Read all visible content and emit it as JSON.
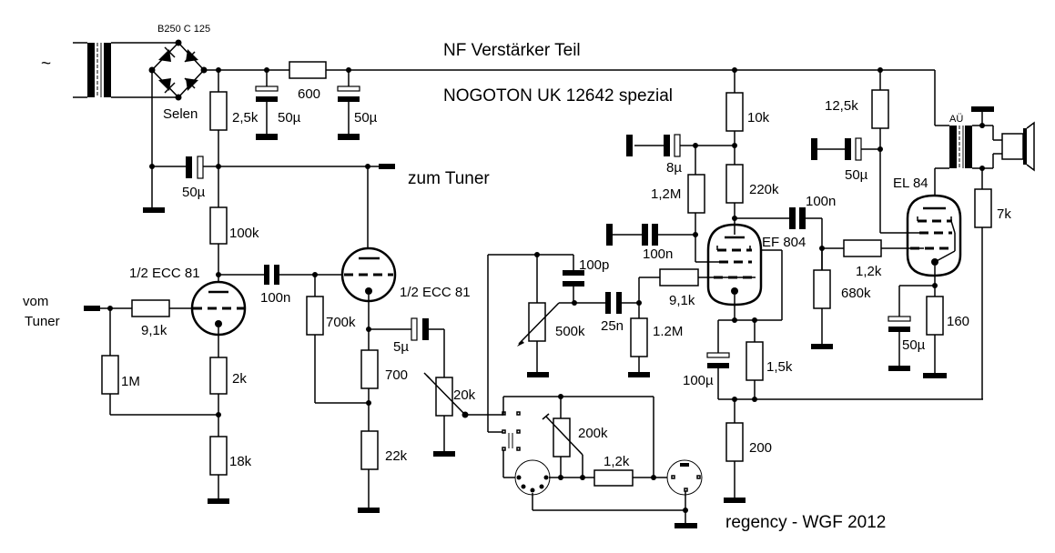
{
  "title": "NF Verstärker Teil",
  "subtitle": "NOGOTON UK 12642 spezial",
  "credit": "regency - WGF 2012",
  "power_supply": {
    "ac_symbol": "~",
    "rectifier": "B250 C 125",
    "rectifier_type": "Selen",
    "r_bleeder": "2,5k",
    "c1": "50µ",
    "r_filter": "600",
    "c2": "50µ",
    "c_decouple": "50µ"
  },
  "labels": {
    "to_tuner": "zum Tuner",
    "from_tuner_1": "vom",
    "from_tuner_2": "Tuner"
  },
  "stage1": {
    "tube": "1/2 ECC 81",
    "r_grid": "9,1k",
    "r_leak": "1M",
    "r_anode": "100k",
    "r_cathode": "2k",
    "r_cathode2": "18k",
    "c_coupling": "100n"
  },
  "stage2": {
    "tube": "1/2 ECC 81",
    "r_grid": "700k",
    "r_cathode": "700",
    "r_cathode2": "22k",
    "c_out": "5µ",
    "pot": "20k"
  },
  "tone": {
    "c_top": "100p",
    "pot": "500k",
    "c_coupling": "25n",
    "r_grid": "1.2M",
    "r_series": "9,1k"
  },
  "stage3": {
    "tube": "EF 804",
    "r_anode_top": "10k",
    "r_anode": "220k",
    "c_screen": "8µ",
    "r_screen": "1,2M",
    "c_screen2": "100n",
    "c_out": "100n",
    "c_cathode": "100µ",
    "r_cathode": "1,5k",
    "r_cathode2": "200"
  },
  "io": {
    "pot": "200k",
    "r_series": "1,2k"
  },
  "output_stage": {
    "tube": "EL 84",
    "transformer": "AÜ",
    "r_screen": "12,5k",
    "c_screen": "50µ",
    "r_grid_stop": "1,2k",
    "r_grid": "680k",
    "c_cathode": "50µ",
    "r_cathode": "160",
    "r_feedback": "7k"
  }
}
